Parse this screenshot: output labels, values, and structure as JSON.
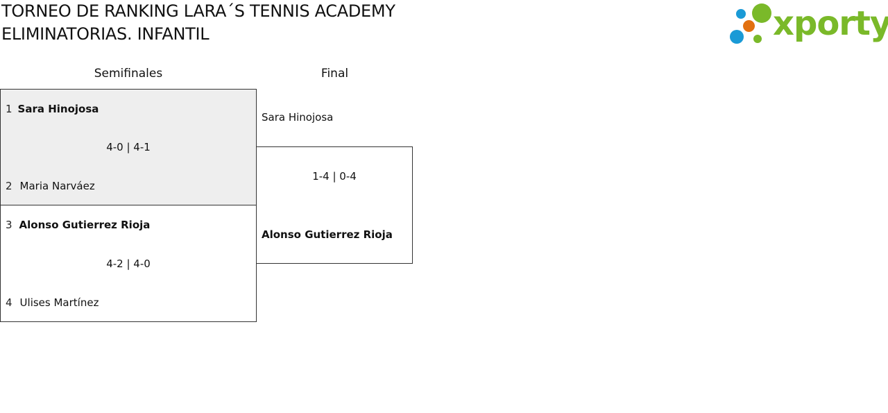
{
  "header": {
    "title_line1": "TORNEO DE RANKING LARA´S TENNIS ACADEMY",
    "title_line2": "ELIMINATORIAS. INFANTIL"
  },
  "logo": {
    "text": "xporty",
    "colors": {
      "green": "#7ab929",
      "blue": "#1a9ad6",
      "orange": "#e2700f"
    }
  },
  "rounds": [
    {
      "label": "Semifinales"
    },
    {
      "label": "Final"
    }
  ],
  "semifinals": [
    {
      "highlighted": true,
      "player1": {
        "seed": "1",
        "name": "Sara Hinojosa",
        "winner": true
      },
      "score": "4-0 | 4-1",
      "player2": {
        "seed": "2",
        "name": "Maria Narváez",
        "winner": false
      }
    },
    {
      "highlighted": false,
      "player1": {
        "seed": "3",
        "name": "Alonso Gutierrez Rioja",
        "winner": true
      },
      "score": "4-2 | 4-0",
      "player2": {
        "seed": "4",
        "name": "Ulises Martínez",
        "winner": false
      }
    }
  ],
  "final": {
    "player1": {
      "name": "Sara Hinojosa",
      "winner": false
    },
    "score": "1-4 | 0-4",
    "player2": {
      "name": "Alonso Gutierrez Rioja",
      "winner": true
    }
  }
}
